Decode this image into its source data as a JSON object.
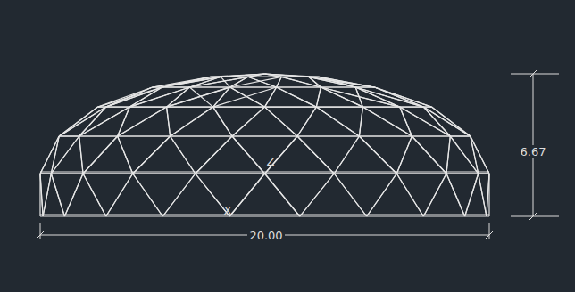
{
  "diagram": {
    "labels": [
      "6.67",
      "Z",
      "X",
      "20.00"
    ]
  }
}
